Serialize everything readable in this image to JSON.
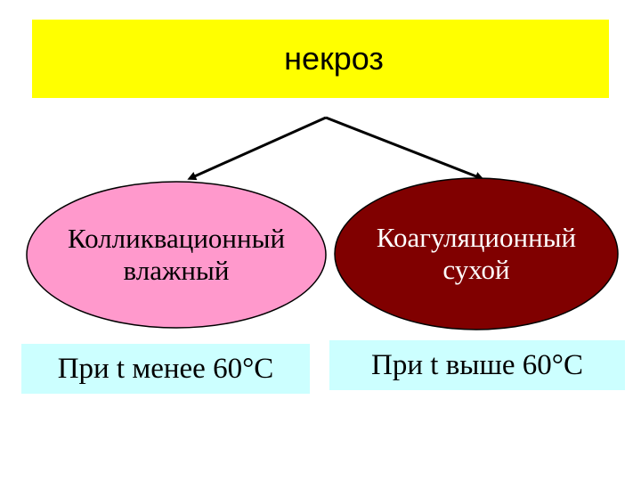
{
  "title": "некроз",
  "colors": {
    "title_bg": "#ffff00",
    "left_node_fill": "#ff99cc",
    "right_node_fill": "#800000",
    "left_node_text": "#000000",
    "right_node_text": "#ffffff",
    "label_bg": "#ccffff",
    "arrow": "#000000"
  },
  "nodes": {
    "left": {
      "line1": "Колликвационный",
      "line2": "влажный"
    },
    "right": {
      "line1": "Коагуляционный",
      "line2": "сухой"
    }
  },
  "labels": {
    "left": "При t менее 60°С",
    "right": "При t выше 60°С"
  }
}
